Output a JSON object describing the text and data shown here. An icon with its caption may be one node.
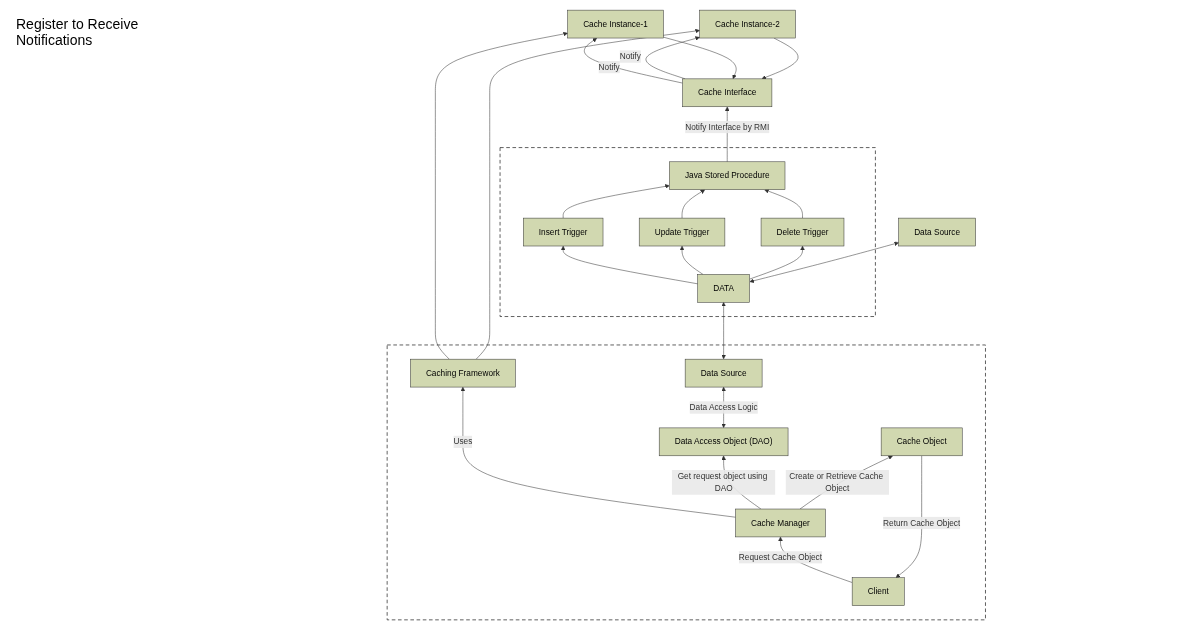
{
  "diagram": {
    "nodes": [
      {
        "text": [
          "Cache Interface"
        ]
      },
      {
        "text": [
          "Cache Instance-1"
        ]
      },
      {
        "text": [
          "Cache Instance-2"
        ]
      },
      {
        "text": [],
        "shape": "box"
      },
      {
        "text": [
          "Caching Framework"
        ],
        "in": 3
      },
      {
        "text": [
          "Client"
        ],
        "in": 3
      },
      {
        "text": [
          "Cache Manager"
        ],
        "in": 3
      },
      {
        "text": [
          "Data Access Object (DAO)"
        ],
        "in": 3
      },
      {
        "text": [
          "Data Source"
        ],
        "in": 3
      },
      {
        "text": [
          "Cache Object"
        ],
        "in": 3
      },
      {
        "text": [],
        "shape": "box"
      },
      {
        "text": [
          "Java Stored Procedure"
        ],
        "in": 10
      },
      {
        "text": [
          "Insert Trigger"
        ],
        "in": 10
      },
      {
        "text": [
          "Update Trigger"
        ],
        "in": 10
      },
      {
        "text": [
          "Delete Trigger"
        ],
        "in": 10
      },
      {
        "text": [
          "DATA"
        ],
        "in": 10
      },
      {
        "text": [
          "Data Source"
        ]
      }
    ],
    "edges": [
      {
        "from": 0,
        "to": 1,
        "arrow": "to",
        "label": "Notify"
      },
      {
        "from": 1,
        "to": 0,
        "arrow": "to"
      },
      {
        "from": 2,
        "to": 0,
        "arrow": "to"
      },
      {
        "from": 0,
        "to": 2,
        "arrow": "to",
        "label": "Notify"
      },
      {
        "from": 4,
        "to": 1,
        "arrow": "to"
      },
      {
        "from": 4,
        "to": 2,
        "arrow": "to"
      },
      {
        "from": 6,
        "to": 4,
        "arrow": "to",
        "label": "Uses"
      },
      {
        "from": 5,
        "to": 6,
        "arrow": "to",
        "label": "Request Cache Object"
      },
      {
        "from": 6,
        "to": 7,
        "arrow": "to",
        "label": "Get request object using DAO"
      },
      {
        "from": 7,
        "to": 8,
        "arrow": "both",
        "label": "Data Access Logic"
      },
      {
        "from": 8,
        "to": 15,
        "arrow": "both"
      },
      {
        "from": 6,
        "to": 9,
        "arrow": "to",
        "label": "Create or Retrieve Cache Object"
      },
      {
        "from": 9,
        "to": 5,
        "arrow": "to",
        "label": "Return Cache Object"
      },
      {
        "from": 15,
        "to": 12,
        "arrow": "to"
      },
      {
        "from": 15,
        "to": 13,
        "arrow": "to"
      },
      {
        "from": 15,
        "to": 14,
        "arrow": "to"
      },
      {
        "from": 12,
        "to": 11,
        "arrow": "to"
      },
      {
        "from": 13,
        "to": 11,
        "arrow": "to"
      },
      {
        "from": 14,
        "to": 11,
        "arrow": "to"
      },
      {
        "from": 15,
        "to": 16,
        "arrow": "both"
      },
      {
        "from": 11,
        "to": 0,
        "arrow": "to",
        "label": "Notify Interface by RMI"
      }
    ],
    "labels": [
      "Register to Receive Notifications"
    ]
  }
}
